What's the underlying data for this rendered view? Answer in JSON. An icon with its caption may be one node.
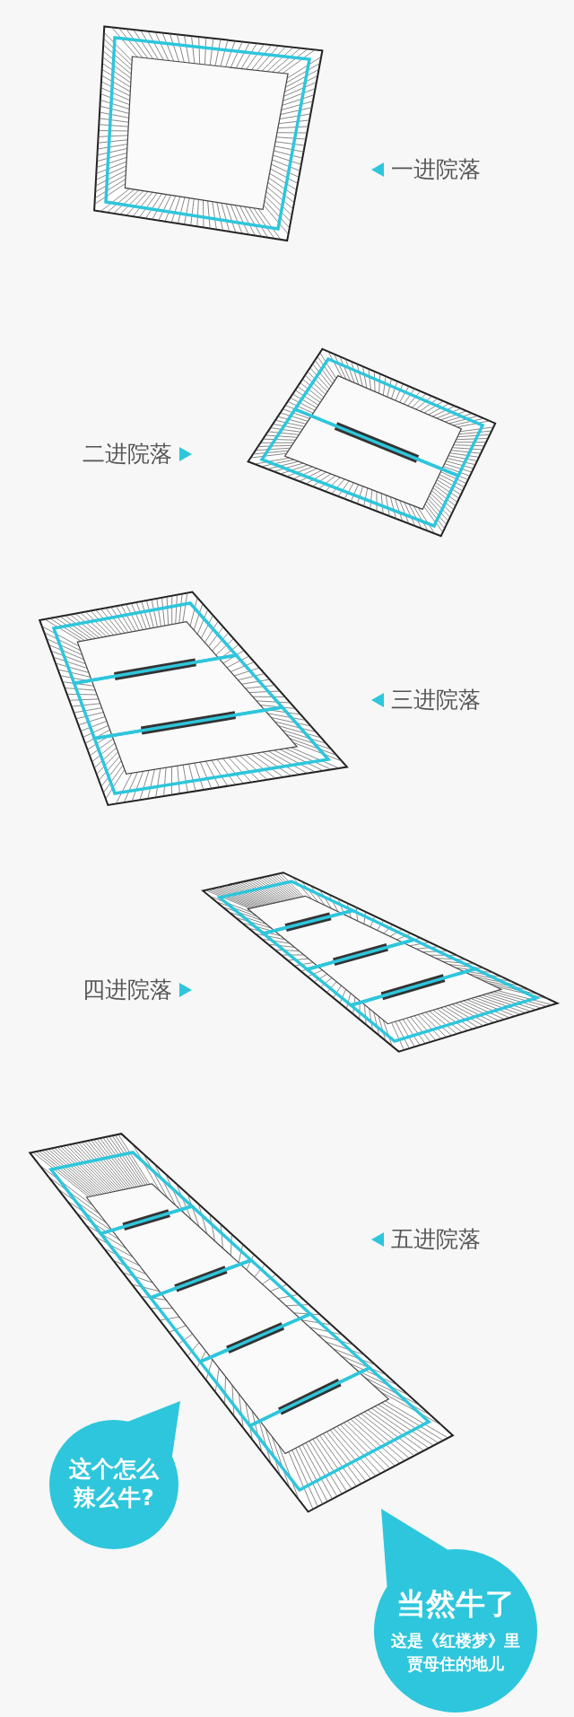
{
  "diagram": {
    "nodes": [
      {
        "text": [
          "这个怎么辣么牛?"
        ]
      },
      {
        "text": [
          "当然牛了",
          "这是《红楼梦》里贾母住的地儿"
        ]
      }
    ],
    "labels": [
      "一进院落",
      "二进院落",
      "三进院落",
      "四进院落",
      "五进院落"
    ]
  }
}
